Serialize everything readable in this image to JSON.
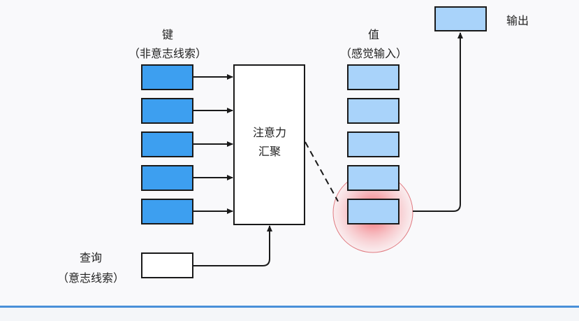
{
  "colors": {
    "key_fill": "#3d9ff0",
    "value_fill": "#a9d3fa",
    "output_fill": "#a9d3fa",
    "stroke": "#1a1a1a",
    "highlight": "#f06a72",
    "accent_bar": "#4a90d9"
  },
  "labels": {
    "keys_title": "键",
    "keys_subtitle": "（非意志线索）",
    "values_title": "值",
    "values_subtitle": "（感觉输入）",
    "output": "输出",
    "query_title": "查询",
    "query_subtitle": "（意志线索）",
    "pooling_line1": "注意力",
    "pooling_line2": "汇聚"
  }
}
